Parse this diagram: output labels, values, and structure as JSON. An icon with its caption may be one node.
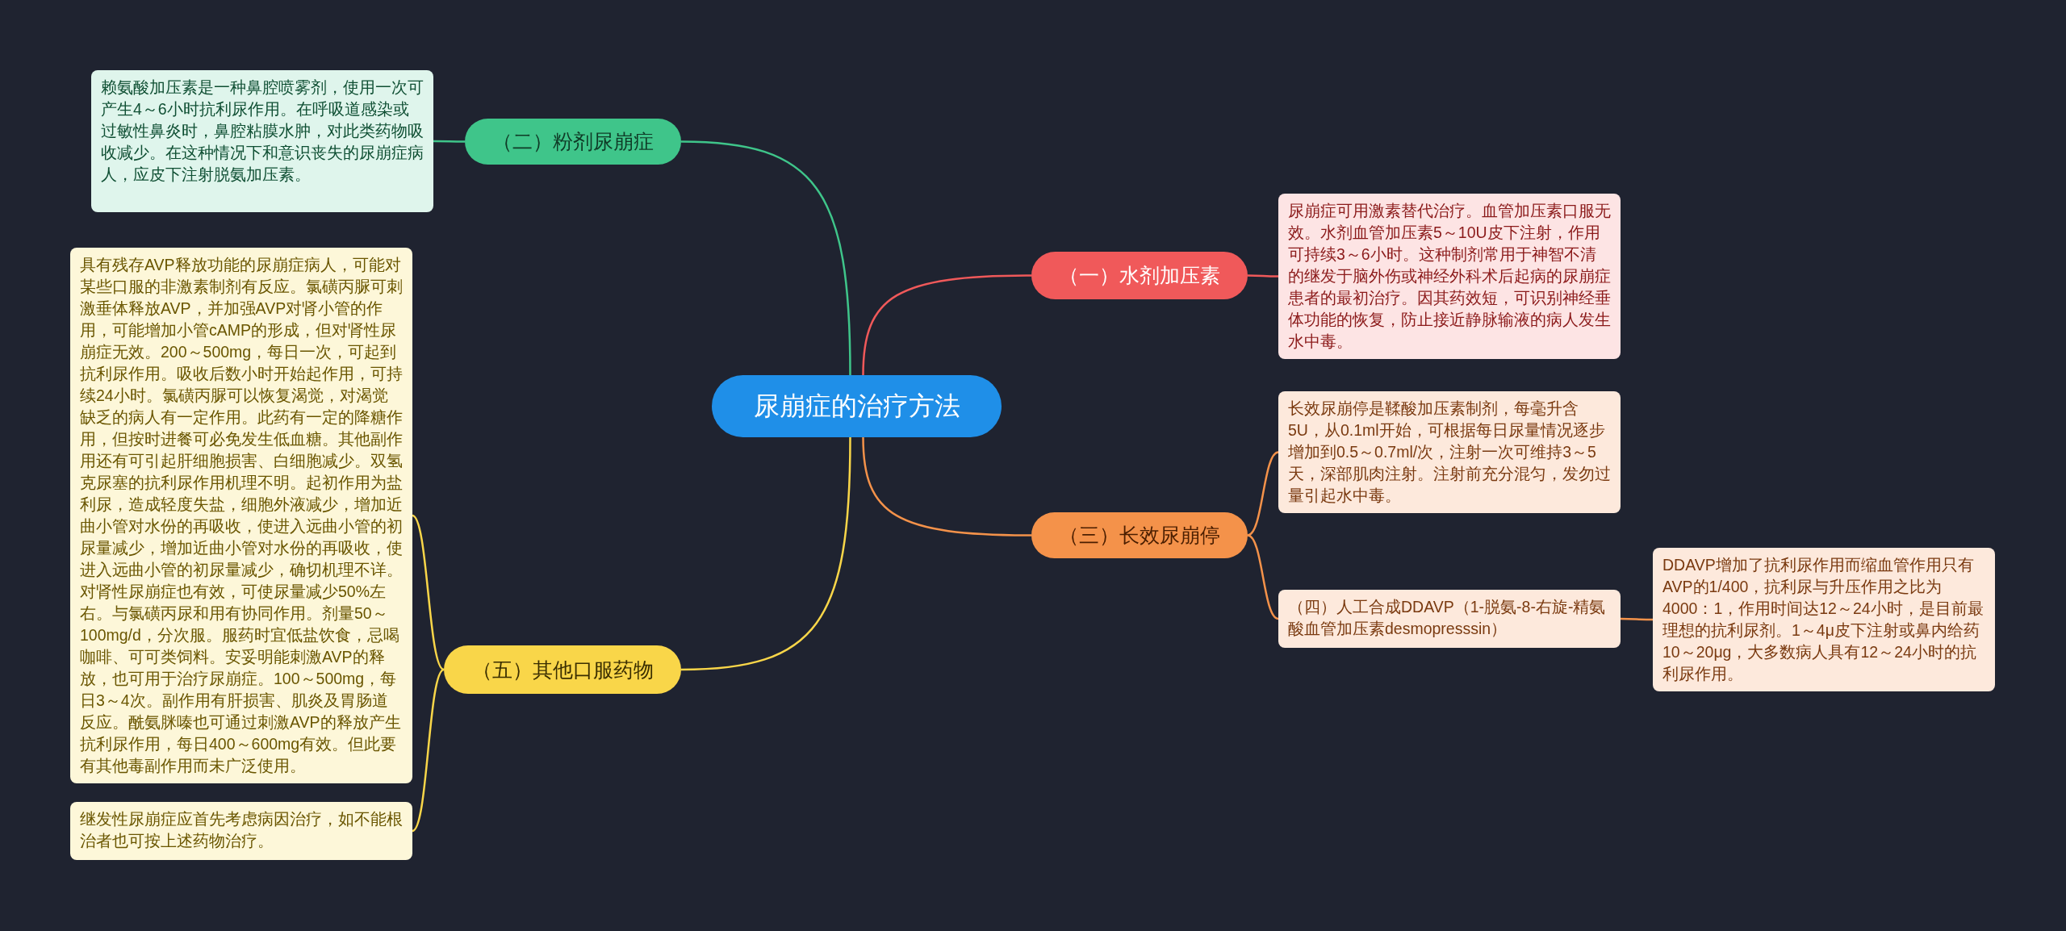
{
  "diagram": {
    "nodes": [
      {
        "text": [
          "尿崩症的治疗方法"
        ]
      },
      {
        "text": [
          "（一）水剂加压素"
        ]
      },
      {
        "text": [
          "尿崩症可用激素替代治疗。血管加压素口服无效。水剂血管加压素5～10U皮下注射，作用可持续3～6小时。这种制剂常用于神智不清的继发于脑外伤或神经外科术后起病的尿崩症患者的最初治疗。因其药效短，可识别神经垂体功能的恢复，防止接近静脉输液的病人发生水中毒。"
        ]
      },
      {
        "text": [
          "（二）粉剂尿崩症"
        ]
      },
      {
        "text": [
          "赖氨酸加压素是一种鼻腔喷雾剂，使用一次可产生4～6小时抗利尿作用。在呼吸道感染或过敏性鼻炎时，鼻腔粘膜水肿，对此类药物吸收减少。在这种情况下和意识丧失的尿崩症病人，应皮下注射脱氨加压素。"
        ]
      },
      {
        "text": [
          "（三）长效尿崩停"
        ]
      },
      {
        "text": [
          "长效尿崩停是鞣酸加压素制剂，每毫升含5U，从0.1ml开始，可根据每日尿量情况逐步增加到0.5～0.7ml/次，注射一次可维持3～5天，深部肌肉注射。注射前充分混匀，发勿过量引起水中毒。"
        ]
      },
      {
        "text": [
          "（四）人工合成DDAVP（1-脱氨-8-右旋-精氨酸血管加压素desmopresssin）"
        ]
      },
      {
        "text": [
          "DDAVP增加了抗利尿作用而缩血管作用只有AVP的1/400，抗利尿与升压作用之比为4000：1，作用时间达12～24小时，是目前最理想的抗利尿剂。1～4μ皮下注射或鼻内给药10～20μg，大多数病人具有12～24小时的抗利尿作用。"
        ]
      },
      {
        "text": [
          "（五）其他口服药物"
        ]
      },
      {
        "text": [
          "具有残存AVP释放功能的尿崩症病人，可能对某些口服的非激素制剂有反应。氯磺丙脲可刺激垂体释放AVP，并加强AVP对肾小管的作用，可能增加小管cAMP的形成，但对肾性尿崩症无效。200～500mg，每日一次，可起到抗利尿作用。吸收后数小时开始起作用，可持续24小时。氯磺丙脲可以恢复渴觉，对渴觉缺乏的病人有一定作用。此药有一定的降糖作用，但按时进餐可必免发生低血糖。其他副作用还有可引起肝细胞损害、白细胞减少。双氢克尿塞的抗利尿作用机理不明。起初作用为盐利尿，造成轻度失盐，细胞外液减少，增加近曲小管对水份的再吸收，使进入远曲小管的初尿量减少，增加近曲小管对水份的再吸收，使进入远曲小管的初尿量减少，确切机理不详。对肾性尿崩症也有效，可使尿量减少50%左右。与氯磺丙尿和用有协同作用。剂量50～100mg/d，分次服。服药时宜低盐饮食，忌喝咖啡、可可类饲料。安妥明能刺激AVP的释放，也可用于治疗尿崩症。100～500mg，每日3～4次。副作用有肝损害、肌炎及胃肠道反应。酰氨脒嗪也可通过刺激AVP的释放产生抗利尿作用，每日400～600mg有效。但此要有其他毒副作用而未广泛使用。"
        ]
      },
      {
        "text": [
          "继发性尿崩症应首先考虑病因治疗，如不能根治者也可按上述药物治疗。"
        ]
      }
    ],
    "edges": [
      {
        "from": 0,
        "to": 1,
        "arrow": "none",
        "color": "#f0595a"
      },
      {
        "from": 1,
        "to": 2,
        "arrow": "none",
        "color": "#f0595a"
      },
      {
        "from": 0,
        "to": 3,
        "arrow": "none",
        "color": "#3fc58a"
      },
      {
        "from": 3,
        "to": 4,
        "arrow": "none",
        "color": "#3fc58a"
      },
      {
        "from": 0,
        "to": 5,
        "arrow": "none",
        "color": "#f4924a"
      },
      {
        "from": 5,
        "to": 6,
        "arrow": "none",
        "color": "#f4924a"
      },
      {
        "from": 5,
        "to": 7,
        "arrow": "none",
        "color": "#f4924a"
      },
      {
        "from": 7,
        "to": 8,
        "arrow": "none",
        "color": "#f4924a"
      },
      {
        "from": 0,
        "to": 9,
        "arrow": "none",
        "color": "#f9d649"
      },
      {
        "from": 9,
        "to": 10,
        "arrow": "none",
        "color": "#f9d649"
      },
      {
        "from": 9,
        "to": 11,
        "arrow": "none",
        "color": "#f9d649"
      }
    ]
  }
}
